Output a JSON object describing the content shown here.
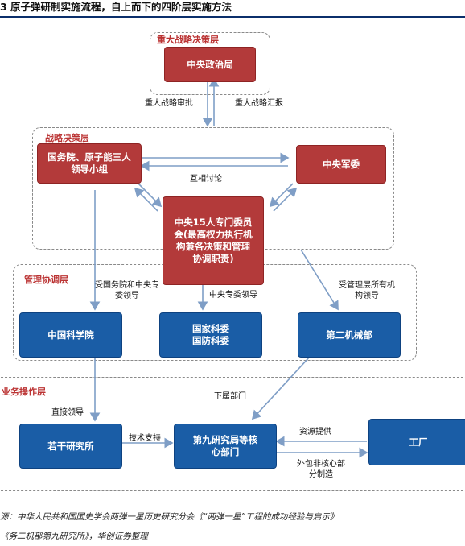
{
  "title": "3  原子弹研制实施流程，自上而下的四阶层实施方法",
  "layers": {
    "major": "重大战略决策层",
    "strategy": "战略决策层",
    "management": "管理协调层",
    "operation": "业务操作层"
  },
  "boxes": {
    "politburo": "中央政治局",
    "state_council": "国务院、原子能三人领导小组",
    "military_commission": "中央军委",
    "committee15": "中央15人专门委员会(最高权力执行机构兼各决策和管理协调职责)",
    "cas": "中国科学院",
    "science_commission": "国家科委国防科委",
    "second_ministry": "第二机械部",
    "institutes": "若干研究所",
    "ninth_institute": "第九研究局等核心部门",
    "factory": "工厂"
  },
  "labels": {
    "approval": "重大战略审批",
    "report": "重大战略汇报",
    "discussion": "互相讨论",
    "cas_lead": "受国务院和中央专委领导",
    "central_lead": "中央专委领导",
    "mgmt_lead": "受管理层所有机构领导",
    "subordinate": "下属部门",
    "direct_lead": "直接领导",
    "tech_support": "技术支持",
    "resource": "资源提供",
    "outsourcing": "外包非核心部分制造"
  },
  "source_lines": [
    "源：中华人民共和国国史学会两弹一星历史研究分会《“两弹一星”工程的成功经验与启示》",
    "《务二机部第九研究所》，华创证券整理"
  ]
}
